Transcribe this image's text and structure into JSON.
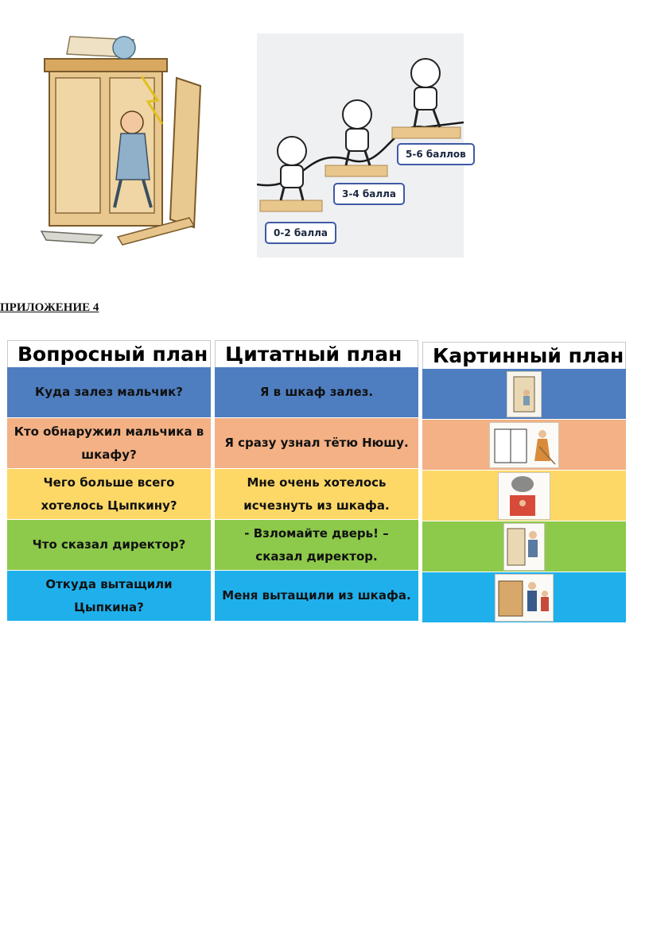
{
  "scores": {
    "low": "0-2 балла",
    "mid": "3-4 балла",
    "high": "5-6 баллов"
  },
  "appendix_title": "ПРИЛОЖЕНИЕ 4",
  "table": {
    "columns": [
      "Вопросный план",
      "Цитатный план",
      "Картинный план"
    ],
    "row_colors": [
      "#4e7ec0",
      "#f3b185",
      "#fdd867",
      "#8dc94b",
      "#1fb0ec"
    ],
    "questions": [
      "Куда залез мальчик?",
      "Кто обнаружил мальчика в шкафу?",
      "Чего больше всего хотелось Цыпкину?",
      "Что сказал директор?",
      "Откуда вытащили Цыпкина?"
    ],
    "quotes": [
      "Я в шкаф залез.",
      "Я сразу узнал тётю Нюшу.",
      "Мне очень хотелось исчезнуть из шкафа.",
      "- Взломайте дверь! – сказал директор.",
      "Меня вытащили из шкафа."
    ]
  }
}
